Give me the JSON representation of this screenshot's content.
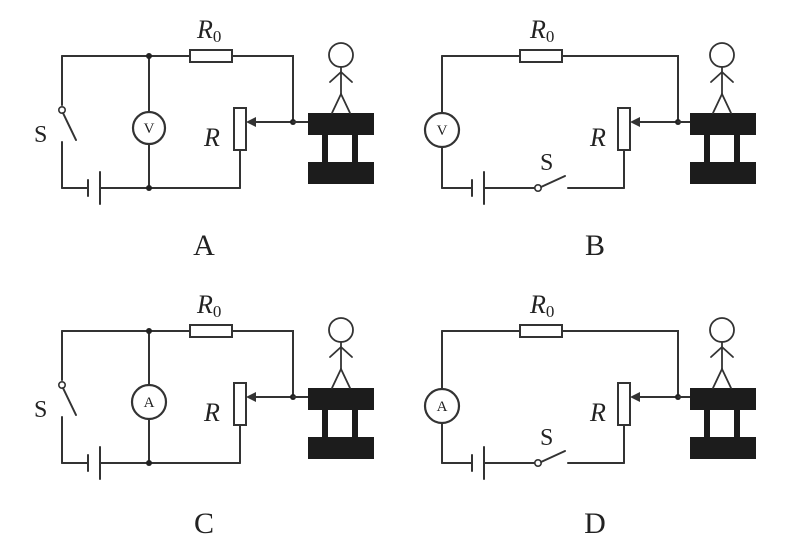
{
  "panels": [
    {
      "caption": "A",
      "meter": "V",
      "layout": "meter-parallel",
      "labels": {
        "r0_letter": "R",
        "r0_sub": "0",
        "r": "R",
        "switch": "S"
      }
    },
    {
      "caption": "B",
      "meter": "V",
      "layout": "meter-series",
      "labels": {
        "r0_letter": "R",
        "r0_sub": "0",
        "r": "R",
        "switch": "S"
      }
    },
    {
      "caption": "C",
      "meter": "A",
      "layout": "meter-parallel",
      "labels": {
        "r0_letter": "R",
        "r0_sub": "0",
        "r": "R",
        "switch": "S"
      }
    },
    {
      "caption": "D",
      "meter": "A",
      "layout": "meter-series",
      "labels": {
        "r0_letter": "R",
        "r0_sub": "0",
        "r": "R",
        "switch": "S"
      }
    }
  ],
  "colors": {
    "ink": "#333333",
    "platform": "#1c1c1c",
    "background": "#ffffff"
  }
}
